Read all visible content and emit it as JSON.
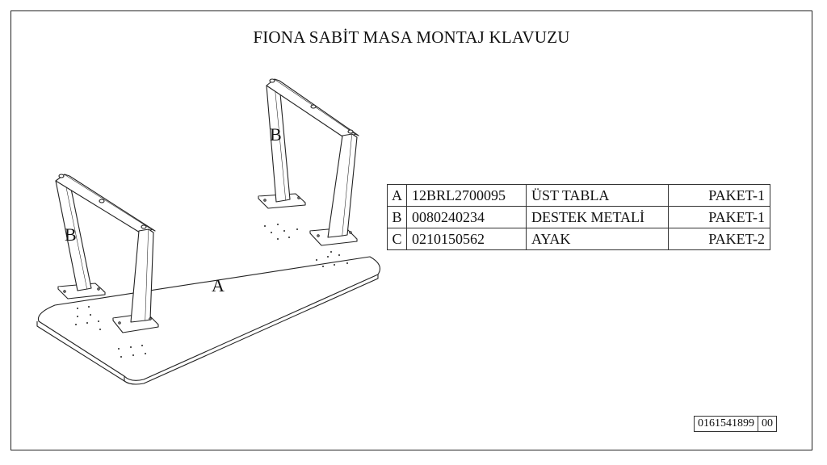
{
  "title": "FIONA SABİT MASA MONTAJ KLAVUZU",
  "drawing_labels": {
    "tabletop": "A",
    "leg_left": "B",
    "leg_right": "B"
  },
  "parts_table": {
    "rows": [
      {
        "code": "A",
        "part_no": "12BRL2700095",
        "name": "ÜST TABLA",
        "package": "PAKET-1"
      },
      {
        "code": "B",
        "part_no": "0080240234",
        "name": "DESTEK METALİ",
        "package": "PAKET-1"
      },
      {
        "code": "C",
        "part_no": "0210150562",
        "name": "AYAK",
        "package": "PAKET-2"
      }
    ]
  },
  "document": {
    "number": "0161541899",
    "revision": "00"
  }
}
